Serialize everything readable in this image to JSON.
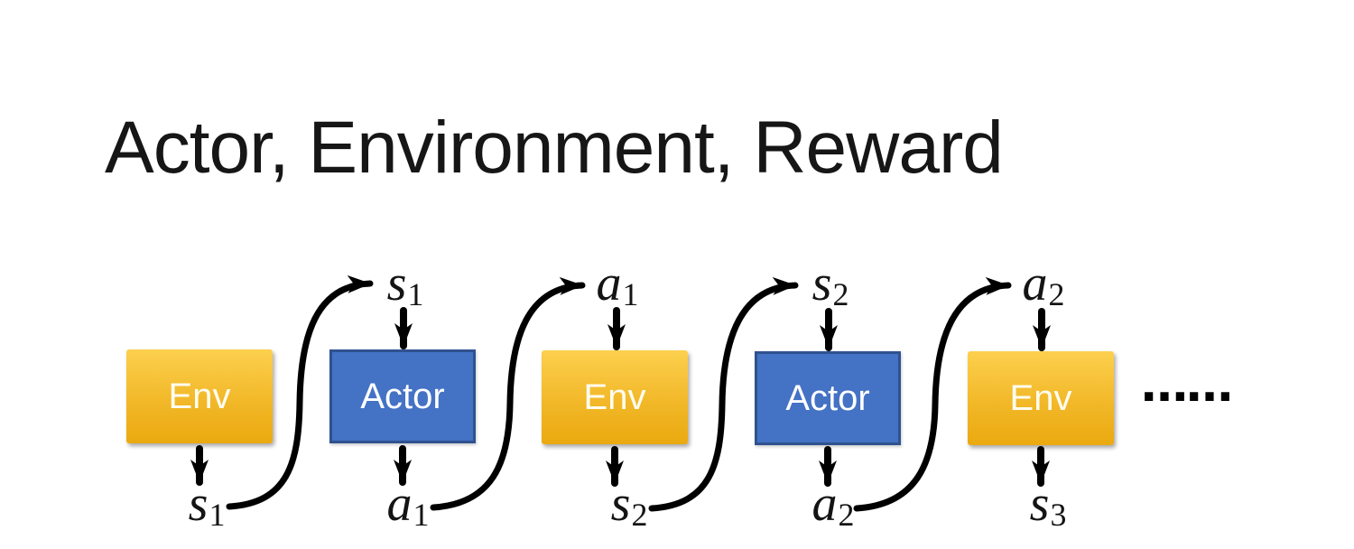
{
  "slide": {
    "title": "Actor, Environment, Reward",
    "ellipsis": "……"
  },
  "colors": {
    "background": "#FFFFFF",
    "title_text": "#161616",
    "label_text": "#141414",
    "env_top": "#FCD04E",
    "env_bottom": "#EAA90F",
    "env_text": "#FFFDF0",
    "actor_fill": "#4472C4",
    "actor_border": "#2F528F",
    "actor_text": "#FFFFFF",
    "arrow_color": "#000000"
  },
  "boxes": [
    {
      "type": "env",
      "label": "Env"
    },
    {
      "type": "actor",
      "label": "Actor"
    },
    {
      "type": "env",
      "label": "Env"
    },
    {
      "type": "actor",
      "label": "Actor"
    },
    {
      "type": "env",
      "label": "Env"
    }
  ],
  "top_labels": [
    {
      "base": "s",
      "sub": "1"
    },
    {
      "base": "a",
      "sub": "1"
    },
    {
      "base": "s",
      "sub": "2"
    },
    {
      "base": "a",
      "sub": "2"
    }
  ],
  "bottom_labels": [
    {
      "base": "s",
      "sub": "1"
    },
    {
      "base": "a",
      "sub": "1"
    },
    {
      "base": "s",
      "sub": "2"
    },
    {
      "base": "a",
      "sub": "2"
    },
    {
      "base": "s",
      "sub": "3"
    }
  ]
}
